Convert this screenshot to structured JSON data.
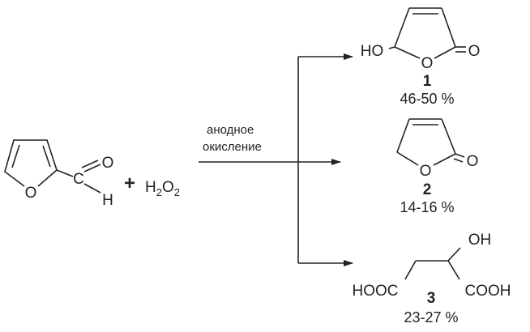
{
  "reactants": {
    "furfural": {
      "aldehyde_c": "C",
      "aldehyde_o": "O",
      "aldehyde_h": "H",
      "ring_o": "O"
    },
    "plus": "+",
    "peroxide": {
      "h": "H",
      "h_sub": "2",
      "o": "O",
      "o_sub": "2"
    }
  },
  "conditions": {
    "line1": "анодное",
    "line2": "окисление"
  },
  "products": [
    {
      "label": "1",
      "yield": "46-50 %",
      "atoms": {
        "ho": "HO",
        "ring_o": "O",
        "carbonyl_o": "O"
      }
    },
    {
      "label": "2",
      "yield": "14-16 %",
      "atoms": {
        "ring_o": "O",
        "carbonyl_o": "O"
      }
    },
    {
      "label": "3",
      "yield": "23-27 %",
      "atoms": {
        "oh": "OH",
        "left": "HOOC",
        "right": "COOH"
      }
    }
  ]
}
